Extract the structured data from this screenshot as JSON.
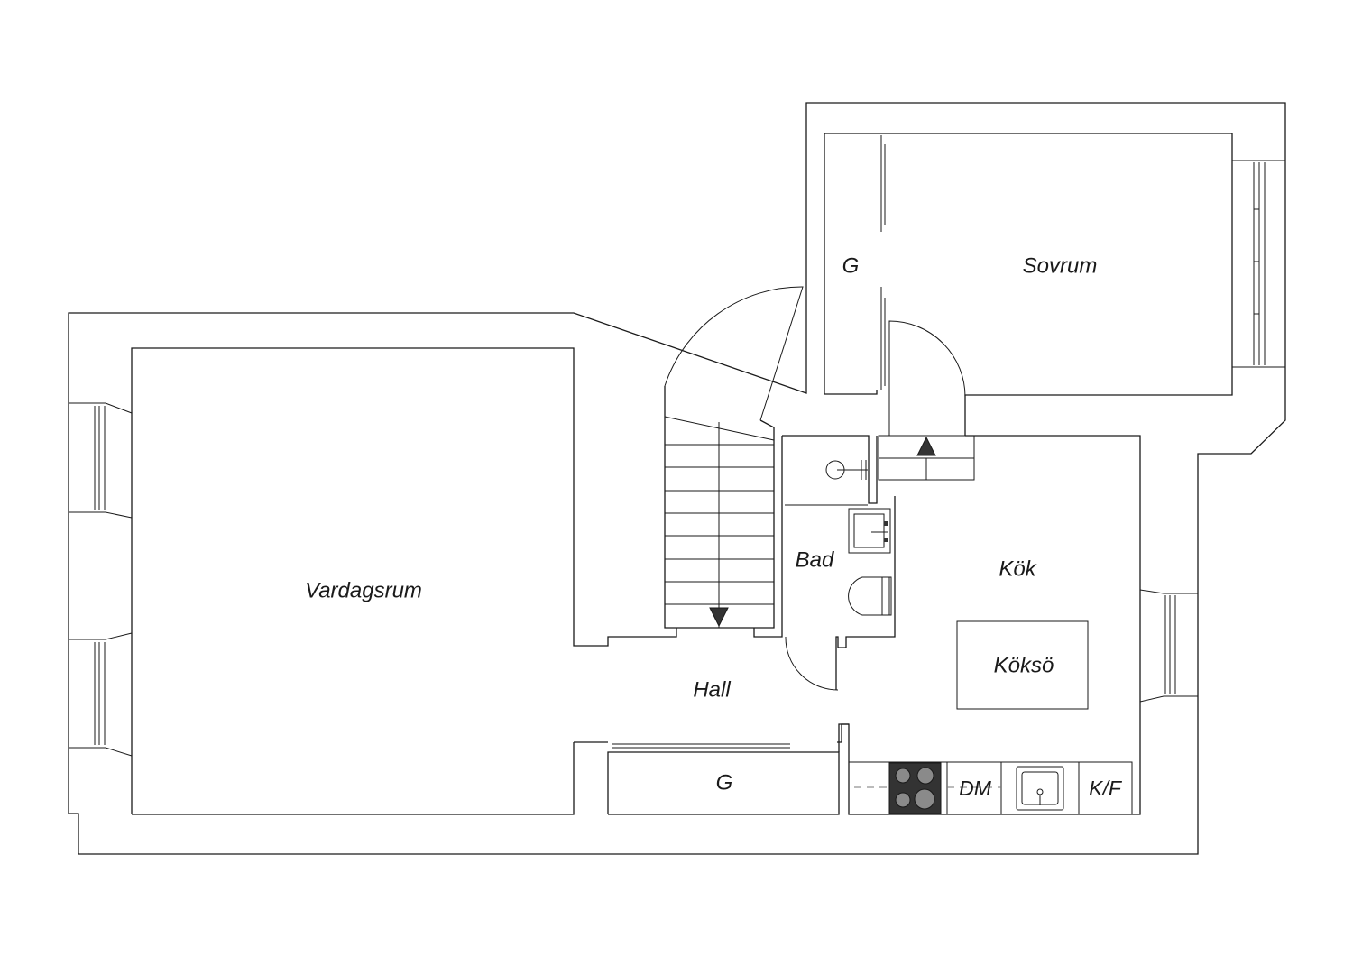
{
  "rooms": {
    "vardagsrum": "Vardagsrum",
    "sovrum": "Sovrum",
    "sovrum_garderob": "G",
    "bad": "Bad",
    "kok": "Kök",
    "koksö": "Köksö",
    "hall": "Hall",
    "hall_garderob": "G"
  },
  "appliances": {
    "diskmaskin": "DM",
    "kyl_frys": "K/F"
  },
  "icons": [
    "stair-arrow-down-icon",
    "stair-arrow-up-icon",
    "stove-icon",
    "sink-icon",
    "toilet-icon",
    "washbasin-icon",
    "shower-icon"
  ]
}
